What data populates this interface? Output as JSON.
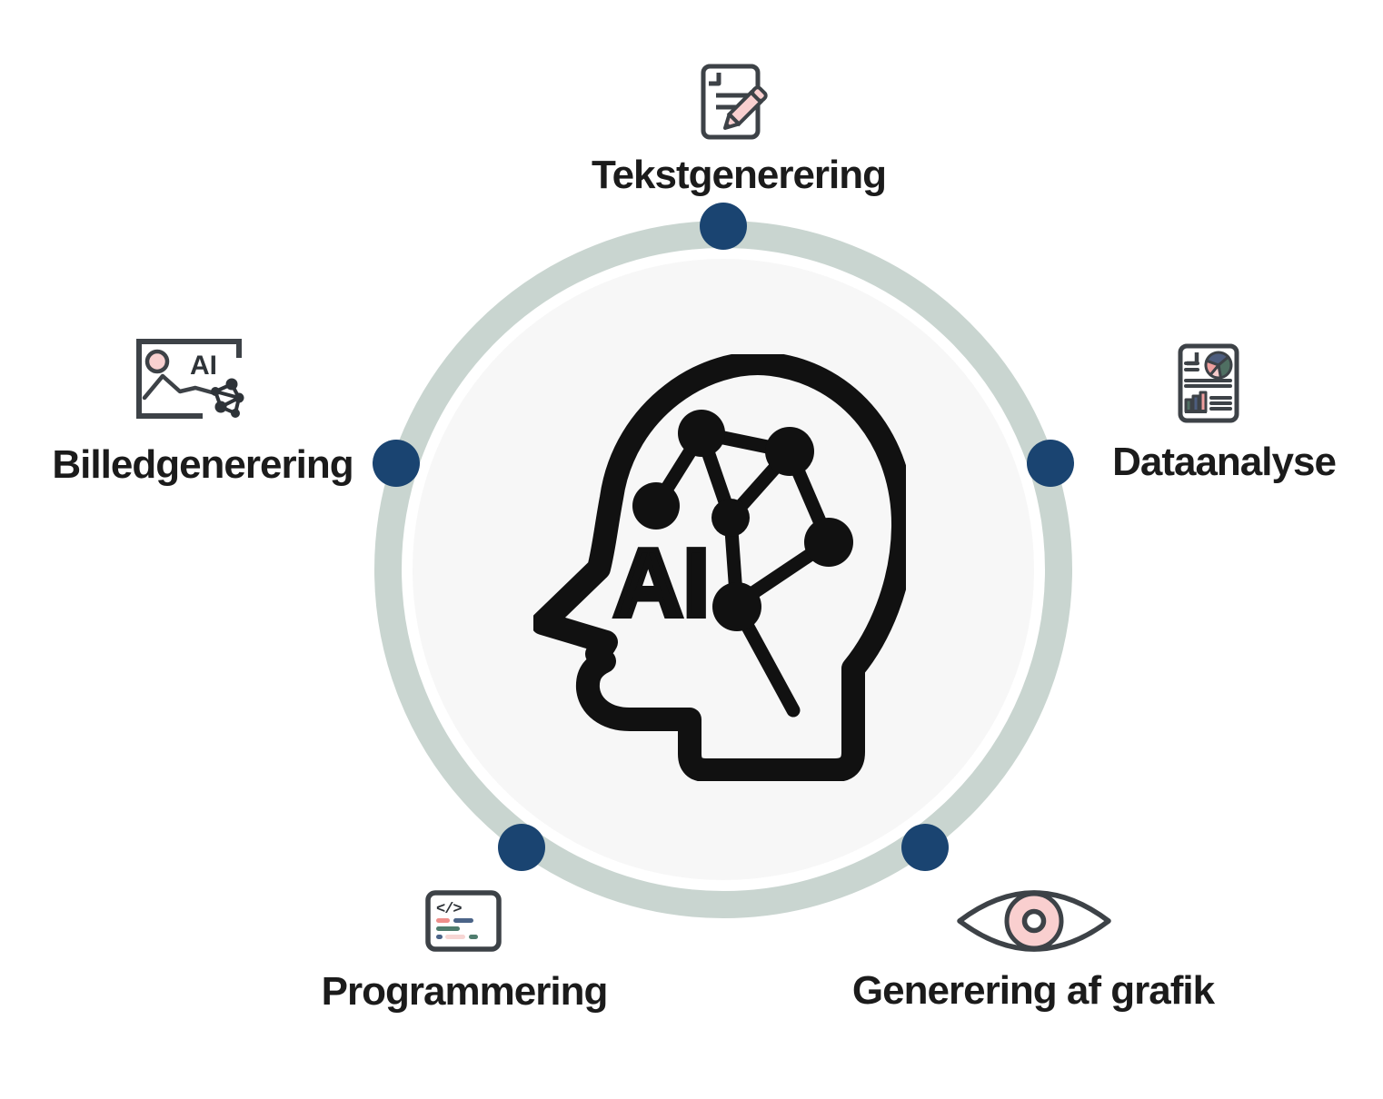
{
  "diagram": {
    "center": {
      "label": "AI"
    },
    "spokes": [
      {
        "position": "top",
        "label": "Tekstgenerering",
        "icon": "document-pencil-icon"
      },
      {
        "position": "right",
        "label": "Dataanalyse",
        "icon": "data-report-icon"
      },
      {
        "position": "bottom-right",
        "label": "Generering af grafik",
        "icon": "eye-icon"
      },
      {
        "position": "bottom-left",
        "label": "Programmering",
        "icon": "code-window-icon"
      },
      {
        "position": "left",
        "label": "Billedgenerering",
        "icon": "image-ai-icon"
      }
    ],
    "image_icon_label": "AI",
    "code_icon_glyph": "</>",
    "colors": {
      "background": "#ffffff",
      "ring": "#c9d5d0",
      "inner_circle": "#f7f7f7",
      "node_dot": "#1a4471",
      "label_text": "#1b1b1b",
      "icon_stroke": "#3d4247",
      "icon_black": "#111111",
      "pink": "#f9cfcf",
      "pink_strong": "#ee8f8b",
      "code_blue": "#4b6488",
      "code_green": "#4f7d6e",
      "pie_navy": "#4d5d7e",
      "pie_green": "#4f6f62",
      "pie_pink": "#ef9f9f",
      "pie_light_pink": "#f6cbcb"
    }
  }
}
